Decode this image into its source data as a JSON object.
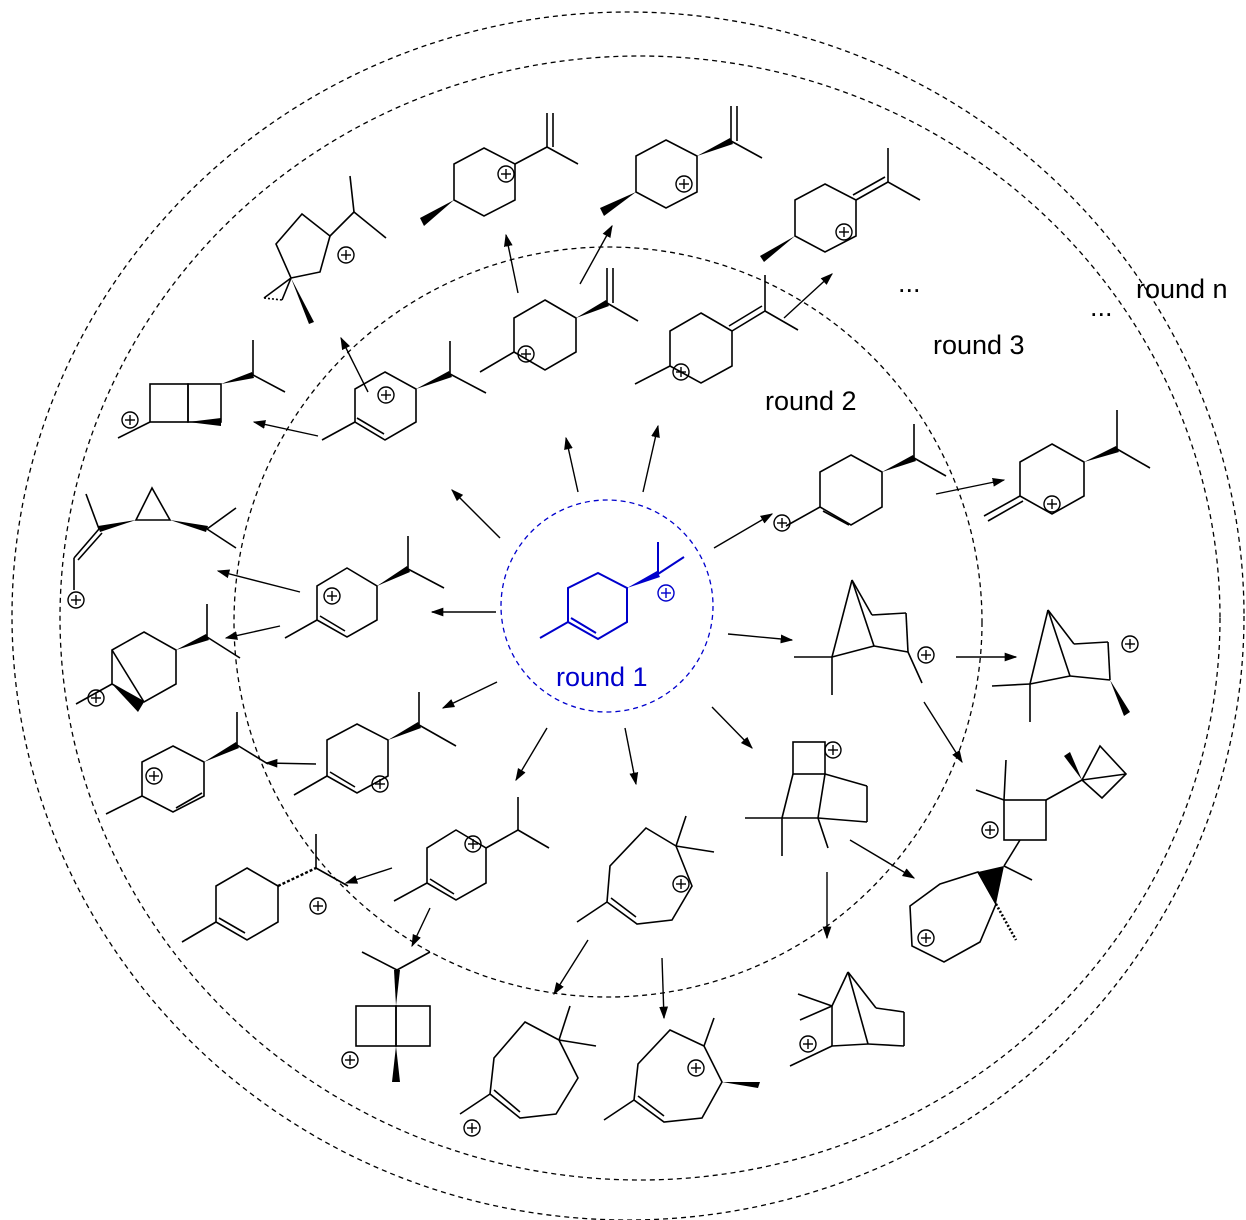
{
  "labels": {
    "round1": "round 1",
    "round2": "round 2",
    "round3": "round 3",
    "roundn": "round n",
    "ellipsis": "...",
    "ellipsis2": "..."
  },
  "colors": {
    "ink": "#000000",
    "center": "#0000cc"
  }
}
